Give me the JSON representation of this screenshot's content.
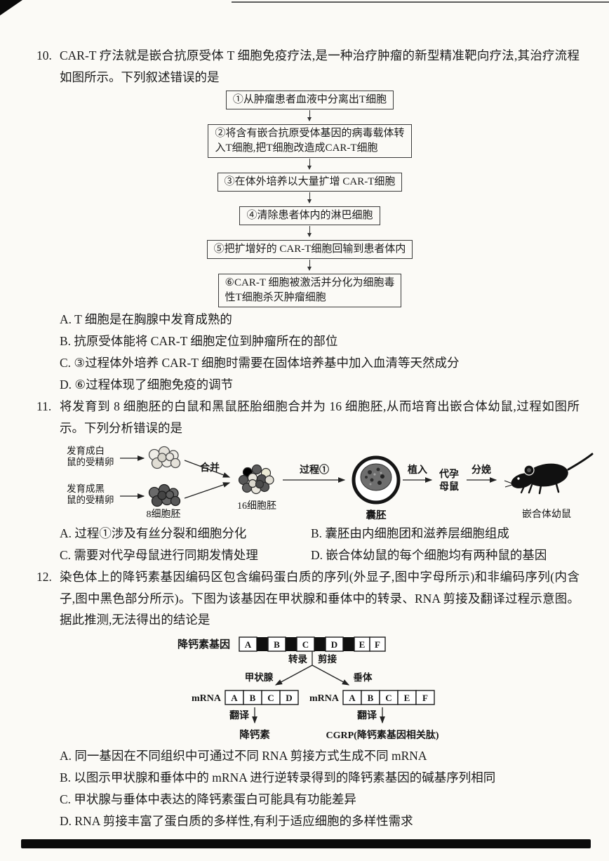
{
  "q10": {
    "number": "10.",
    "stem": "CAR-T 疗法就是嵌合抗原受体 T 细胞免疫疗法,是一种治疗肿瘤的新型精准靶向疗法,其治疗流程如图所示。下列叙述错误的是",
    "flow_steps": [
      "①从肿瘤患者血液中分离出T细胞",
      "②将含有嵌合抗原受体基因的病毒载体转\n入T细胞,把T细胞改造成CAR-T细胞",
      "③在体外培养以大量扩增 CAR-T细胞",
      "④清除患者体内的淋巴细胞",
      "⑤把扩增好的 CAR-T细胞回输到患者体内",
      "⑥CAR-T 细胞被激活并分化为细胞毒\n性T细胞杀灭肿瘤细胞"
    ],
    "options": [
      "A. T 细胞是在胸腺中发育成熟的",
      "B. 抗原受体能将 CAR-T 细胞定位到肿瘤所在的部位",
      "C. ③过程体外培养 CAR-T 细胞时需要在固体培养基中加入血清等天然成分",
      "D. ⑥过程体现了细胞免疫的调节"
    ]
  },
  "q11": {
    "number": "11.",
    "stem": "将发育到 8 细胞胚的白鼠和黑鼠胚胎细胞合并为 16 细胞胚,从而培育出嵌合体幼鼠,过程如图所示。下列分析错误的是",
    "diagram": {
      "white_egg_line1": "发育成白",
      "white_egg_line2": "鼠的受精卵",
      "black_egg_line1": "发育成黑",
      "black_egg_line2": "鼠的受精卵",
      "eight_cell": "8细胞胚",
      "merge": "合并",
      "sixteen_cell": "16细胞胚",
      "process1": "过程①",
      "blastocyst": "囊胚",
      "implant": "植入",
      "surrogate_line1": "代孕",
      "surrogate_line2": "母鼠",
      "birth": "分娩",
      "chimeric_pup": "嵌合体幼鼠"
    },
    "options": [
      "A. 过程①涉及有丝分裂和细胞分化",
      "B. 囊胚由内细胞团和滋养层细胞组成",
      "C. 需要对代孕母鼠进行同期发情处理",
      "D. 嵌合体幼鼠的每个细胞均有两种鼠的基因"
    ]
  },
  "q12": {
    "number": "12.",
    "stem": "染色体上的降钙素基因编码区包含编码蛋白质的序列(外显子,图中字母所示)和非编码序列(内含子,图中黑色部分所示)。下图为该基因在甲状腺和垂体中的转录、RNA 剪接及翻译过程示意图。据此推测,无法得出的结论是",
    "diagram": {
      "gene_label": "降钙素基因",
      "gene_exons": [
        "A",
        "B",
        "C",
        "D",
        "E",
        "F"
      ],
      "transcription": "转录",
      "splicing": "剪接",
      "thyroid": "甲状腺",
      "pituitary": "垂体",
      "mrna_label": "mRNA",
      "thyroid_mrna": [
        "A",
        "B",
        "C",
        "D"
      ],
      "pituitary_mrna": [
        "A",
        "B",
        "C",
        "E",
        "F"
      ],
      "translation": "翻译",
      "calcitonin": "降钙素",
      "cgrp": "CGRP(降钙素基因相关肽)"
    },
    "options": [
      "A. 同一基因在不同组织中可通过不同 RNA 剪接方式生成不同 mRNA",
      "B. 以图示甲状腺和垂体中的 mRNA 进行逆转录得到的降钙素基因的碱基序列相同",
      "C. 甲状腺与垂体中表达的降钙素蛋白可能具有功能差异",
      "D. RNA 剪接丰富了蛋白质的多样性,有利于适应细胞的多样性需求"
    ]
  }
}
